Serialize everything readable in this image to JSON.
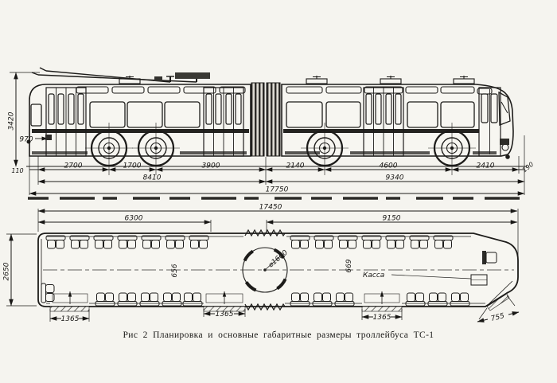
{
  "figure": {
    "caption": "Рис 2 Планировка и основные габаритные размеры троллейбуса ТС-1"
  },
  "side_view": {
    "overall_height": "3420",
    "floor_height": "970",
    "rear_overhang": "110",
    "rear_to_axle1": "2700",
    "axle1_to_axle2": "1700",
    "axle2_to_hinge": "3900",
    "hinge_to_axle3": "2140",
    "axle3_to_axle4": "4600",
    "axle4_to_front": "2410",
    "front_overhang": "190",
    "rear_section_length": "8410",
    "front_section_length": "9340",
    "overall_length": "17750"
  },
  "plan_view": {
    "overall_length": "17450",
    "rear_section_length": "6300",
    "front_section_length": "9150",
    "overall_width": "2650",
    "turntable_diameter": "⌀1600",
    "rear_aisle_width": "656",
    "front_aisle_width": "669",
    "door_width_1": "1365",
    "door_width_2": "1365",
    "door_width_3": "1365",
    "front_door_width": "755",
    "farebox_label": "Касса"
  }
}
